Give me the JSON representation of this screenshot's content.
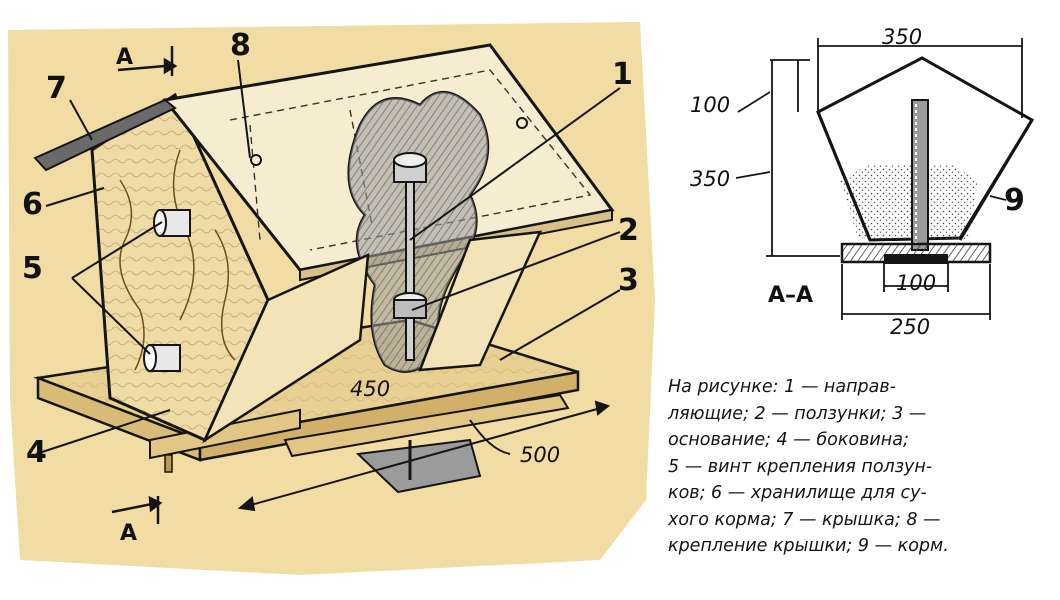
{
  "labels": {
    "n1": "1",
    "n2": "2",
    "n3": "3",
    "n4": "4",
    "n5": "5",
    "n6": "6",
    "n7": "7",
    "n8": "8",
    "n9": "9",
    "section_mark_top": "A",
    "section_mark_bottom": "A",
    "section_title": "A–A"
  },
  "dimensions": {
    "main_length": "450",
    "main_width": "500",
    "section_top_width": "350",
    "section_height": "350",
    "section_roof": "100",
    "section_slot": "100",
    "section_base": "250"
  },
  "caption": {
    "lines": [
      "На рисунке: 1 — направ-",
      "ляющие; 2 — ползунки; 3 —",
      "основание; 4 — боковина;",
      "5 — винт крепления ползун-",
      "ков; 6 — хранилище для су-",
      "хого корма; 7 — крышка; 8 —",
      "крепление крышки; 9 — корм."
    ]
  },
  "colors": {
    "paper": "#f1dda3",
    "wood": "#e8cf92",
    "ink": "#151515"
  }
}
